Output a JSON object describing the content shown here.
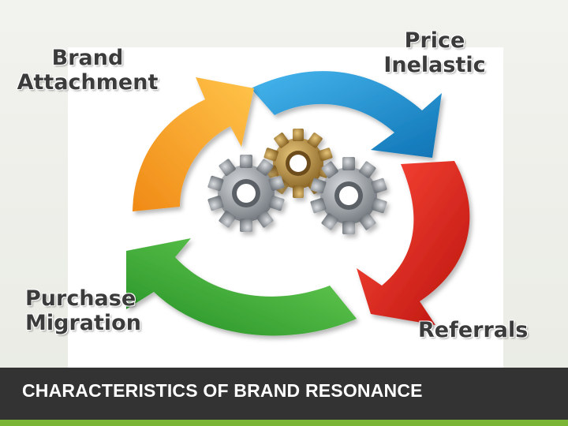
{
  "diagram": {
    "labels": {
      "brand_attachment": [
        "Brand",
        "Attachment"
      ],
      "price_inelastic": [
        "Price",
        "Inelastic"
      ],
      "purchase_migration": [
        "Purchase",
        "Migration"
      ],
      "referrals": "Referrals"
    },
    "arrow_colors": {
      "blue": "#1b93d3",
      "red": "#e2231b",
      "green": "#3cb03a",
      "orange": "#f5a623"
    },
    "gear_colors": {
      "gold": "#b58a3c",
      "silver": "#9ea3a8"
    }
  },
  "footer": {
    "title": "CHARACTERISTICS OF BRAND RESONANCE",
    "bar_color": "#333333",
    "accent_color": "#7bb535"
  }
}
